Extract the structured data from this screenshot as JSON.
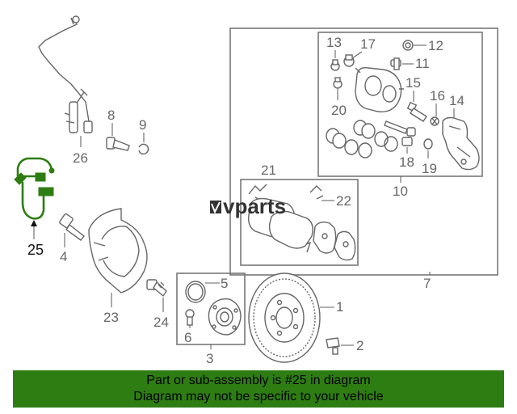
{
  "watermark": "vparts",
  "callouts": {
    "c1": "1",
    "c2": "2",
    "c3": "3",
    "c4": "4",
    "c5": "5",
    "c6": "6",
    "c7": "7",
    "c8": "8",
    "c9": "9",
    "c10": "10",
    "c11": "11",
    "c12": "12",
    "c13": "13",
    "c14": "14",
    "c15": "15",
    "c16": "16",
    "c17": "17",
    "c18": "18",
    "c19": "19",
    "c20": "20",
    "c21": "21",
    "c22": "22",
    "c23": "23",
    "c24": "24",
    "c25": "25",
    "c26": "26"
  },
  "colors": {
    "highlight": "#2e7d12",
    "banner_bg": "#2e7d12",
    "linework": "#666666"
  },
  "banner": {
    "line1": "Part or sub-assembly is #25 in diagram",
    "line2": "Diagram may not be specific to your vehicle"
  }
}
